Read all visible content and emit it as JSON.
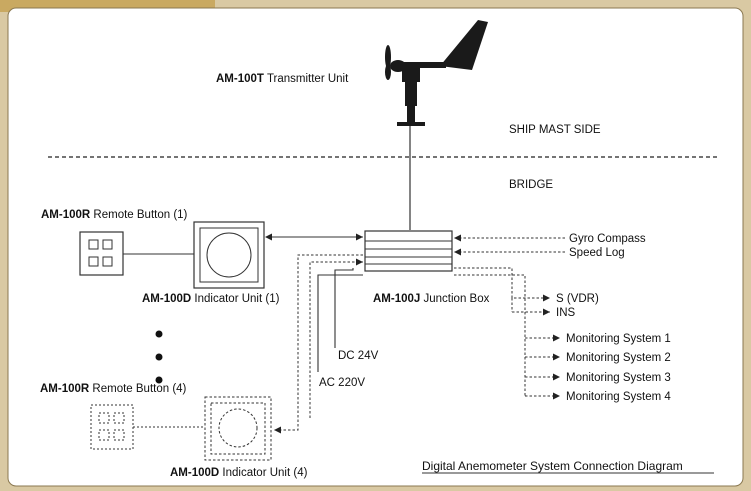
{
  "sections": {
    "mast_side": "SHIP MAST SIDE",
    "bridge": "BRIDGE"
  },
  "devices": {
    "transmitter": {
      "model": "AM-100T",
      "name": "Transmitter Unit"
    },
    "remote_button_1": {
      "model": "AM-100R",
      "name": "Remote Button (1)"
    },
    "remote_button_4": {
      "model": "AM-100R",
      "name": "Remote Button (4)"
    },
    "indicator_1": {
      "model": "AM-100D",
      "name": "Indicator Unit (1)"
    },
    "indicator_4": {
      "model": "AM-100D",
      "name": "Indicator Unit (4)"
    },
    "junction_box": {
      "model": "AM-100J",
      "name": "Junction Box"
    }
  },
  "power": {
    "dc": "DC 24V",
    "ac": "AC 220V"
  },
  "inputs": [
    "Gyro Compass",
    "Speed Log"
  ],
  "outputs": [
    "S (VDR)",
    "INS",
    "Monitoring System 1",
    "Monitoring System 2",
    "Monitoring System 3",
    "Monitoring System 4"
  ],
  "caption": "Digital Anemometer System Connection Diagram",
  "colors": {
    "background": "#d9c9a3",
    "panel": "#ffffff",
    "tab": "#c9a961",
    "line": "#333333"
  }
}
